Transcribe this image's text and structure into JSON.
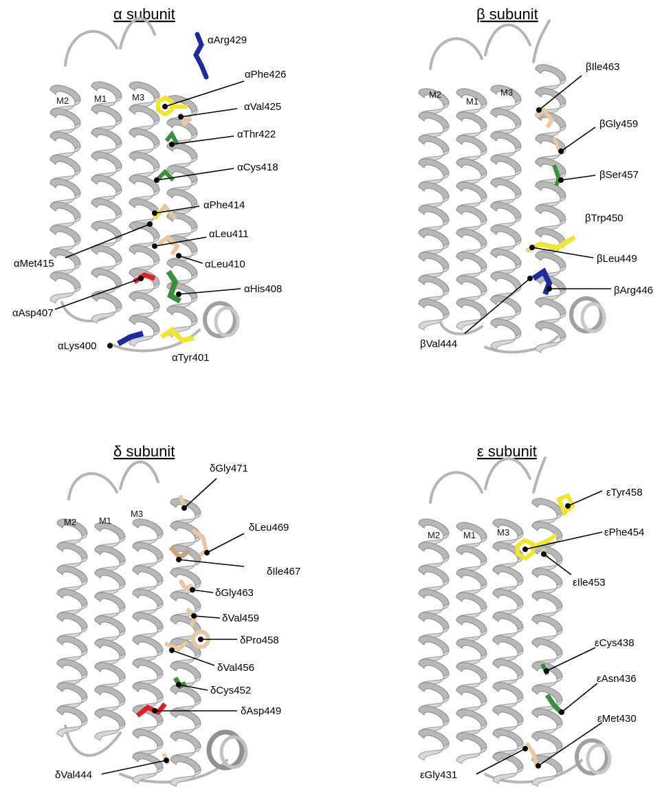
{
  "colors": {
    "basic": "#1f2a9e",
    "aromatic": "#f0e62a",
    "polar": "#3a8f3a",
    "hydrophobic": "#e8c7a3",
    "acidic": "#e02020",
    "ribbon": "#d7d7d7"
  },
  "panels": [
    {
      "id": "alpha",
      "title": "α subunit",
      "helices": [
        "M2",
        "M1",
        "M3"
      ],
      "residues": [
        {
          "label": "αArg429",
          "color_key": "basic"
        },
        {
          "label": "αPhe426",
          "color_key": "aromatic"
        },
        {
          "label": "αVal425",
          "color_key": "hydrophobic"
        },
        {
          "label": "αThr422",
          "color_key": "polar"
        },
        {
          "label": "αCys418",
          "color_key": "polar"
        },
        {
          "label": "αPhe414",
          "color_key": "hydrophobic"
        },
        {
          "label": "αLeu411",
          "color_key": "hydrophobic"
        },
        {
          "label": "αMet415",
          "color_key": "hydrophobic"
        },
        {
          "label": "αLeu410",
          "color_key": "hydrophobic"
        },
        {
          "label": "αHis408",
          "color_key": "polar"
        },
        {
          "label": "αAsp407",
          "color_key": "acidic"
        },
        {
          "label": "αLys400",
          "color_key": "basic"
        },
        {
          "label": "αTyr401",
          "color_key": "aromatic"
        }
      ]
    },
    {
      "id": "beta",
      "title": "β subunit",
      "helices": [
        "M2",
        "M1",
        "M3"
      ],
      "residues": [
        {
          "label": "βIle463",
          "color_key": "hydrophobic"
        },
        {
          "label": "βGly459",
          "color_key": "hydrophobic"
        },
        {
          "label": "βSer457",
          "color_key": "polar"
        },
        {
          "label": "βTrp450",
          "color_key": "aromatic"
        },
        {
          "label": "βLeu449",
          "color_key": "hydrophobic"
        },
        {
          "label": "βArg446",
          "color_key": "basic"
        },
        {
          "label": "βVal444",
          "color_key": "hydrophobic"
        }
      ]
    },
    {
      "id": "delta",
      "title": "δ subunit",
      "helices": [
        "M2",
        "M1",
        "M3"
      ],
      "residues": [
        {
          "label": "δGly471",
          "color_key": "hydrophobic"
        },
        {
          "label": "δLeu469",
          "color_key": "hydrophobic"
        },
        {
          "label": "δIle467",
          "color_key": "hydrophobic"
        },
        {
          "label": "δGly463",
          "color_key": "hydrophobic"
        },
        {
          "label": "δVal459",
          "color_key": "hydrophobic"
        },
        {
          "label": "δPro458",
          "color_key": "hydrophobic"
        },
        {
          "label": "δVal456",
          "color_key": "hydrophobic"
        },
        {
          "label": "δCys452",
          "color_key": "polar"
        },
        {
          "label": "δAsp449",
          "color_key": "acidic"
        },
        {
          "label": "δVal444",
          "color_key": "hydrophobic"
        }
      ]
    },
    {
      "id": "epsilon",
      "title": "ε subunit",
      "helices": [
        "M2",
        "M1",
        "M3"
      ],
      "residues": [
        {
          "label": "εTyr458",
          "color_key": "aromatic"
        },
        {
          "label": "εPhe454",
          "color_key": "aromatic"
        },
        {
          "label": "εIle453",
          "color_key": "hydrophobic"
        },
        {
          "label": "εCys438",
          "color_key": "polar"
        },
        {
          "label": "εAsn436",
          "color_key": "polar"
        },
        {
          "label": "εMet430",
          "color_key": "hydrophobic"
        },
        {
          "label": "εGly431",
          "color_key": "hydrophobic"
        }
      ]
    }
  ]
}
